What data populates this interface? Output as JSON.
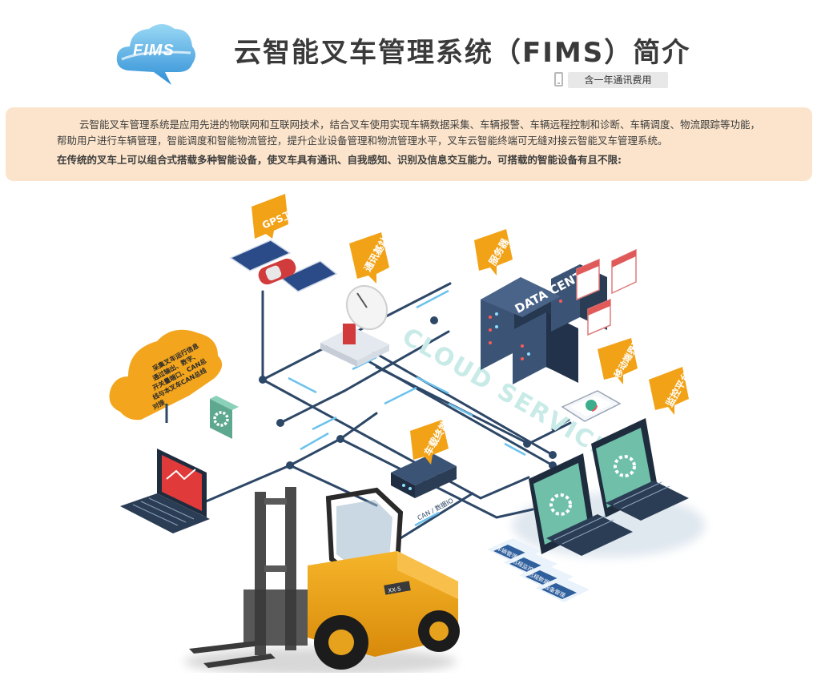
{
  "header": {
    "logo_text": "FIMS",
    "title": "云智能叉车管理系统（FIMS）简介",
    "fee_badge": "含一年通讯费用"
  },
  "intro": {
    "paragraph": "云智能叉车管理系统是应用先进的物联网和互联网技术，结合叉车使用实现车辆数据采集、车辆报警、车辆远程控制和诊断、车辆调度、物流跟踪等功能，帮助用户进行车辆管理，智能调度和智能物流管控，提升企业设备管理和物流管理水平，叉车云智能终端可无缝对接云智能叉车管理系统。",
    "highlight": "在传统的叉车上可以组合式搭载多种智能设备，使叉车具有通讯、自我感知、识别及信息交互能力。可搭载的智能设备有且不限:"
  },
  "diagram": {
    "labels": {
      "gps": "GPS卫星",
      "base_station": "通讯基站",
      "server": "服务器",
      "mobile": "移动端界面",
      "monitor": "监控平台",
      "terminal": "车载终端"
    },
    "cloud_note": [
      "采集叉车运行信息",
      "通过输出、数字、",
      "开关量端口、CAN总",
      "线与本叉车CAN总线",
      "对接"
    ],
    "data_center": "DATA CENTER",
    "cloud_services": "CLOUD SERVICES",
    "can_io": "CAN / 数据IO",
    "panel_cards": [
      "车辆管理",
      "远程监控报警",
      "远程数据管理",
      "设备管理"
    ],
    "forklift_plate": "XX-5"
  },
  "colors": {
    "accent_orange": "#f2a216",
    "line_navy": "#2d4767",
    "cloud_blue": "#6cc2ec",
    "intro_bg": "#fbe4cb"
  }
}
